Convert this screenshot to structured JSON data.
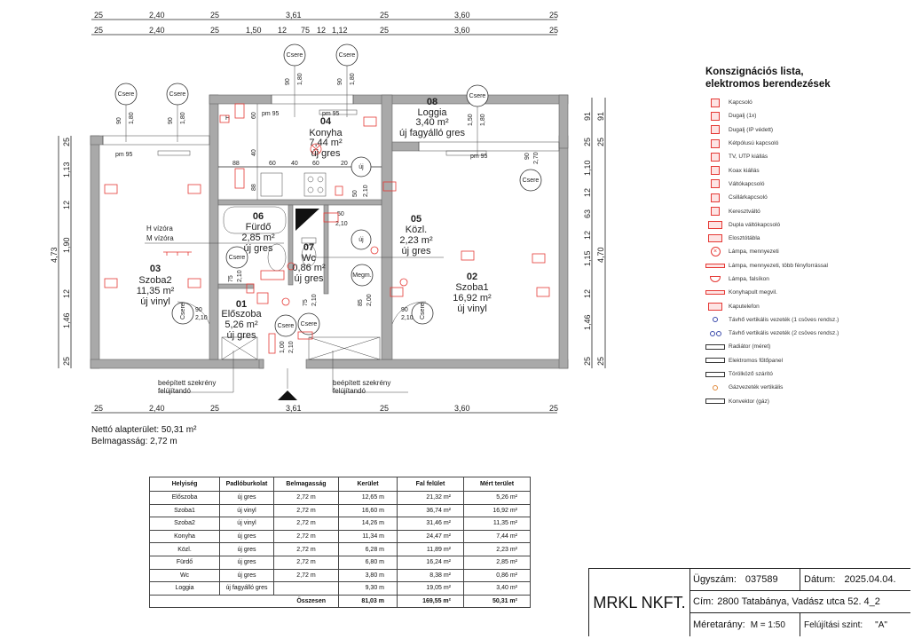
{
  "dimensions": {
    "top_row1": [
      "25",
      "2,40",
      "25",
      "3,61",
      "25",
      "3,60",
      "25"
    ],
    "top_row2": [
      "25",
      "2,40",
      "25",
      "1,50",
      "12",
      "75",
      "12",
      "1,12",
      "25",
      "3,60",
      "25"
    ],
    "bottom_row": [
      "25",
      "2,40",
      "25",
      "3,61",
      "25",
      "3,60",
      "25"
    ],
    "left_outer": "4,73",
    "left_inner": [
      "25",
      "1,13",
      "12",
      "1,90",
      "12",
      "1,46",
      "25"
    ],
    "right_outer": [
      "91",
      "25",
      "1,10",
      "12",
      "63",
      "12",
      "1,15",
      "12",
      "1,46",
      "25"
    ],
    "right_inner": [
      "91",
      "25",
      "4,70",
      "25"
    ],
    "kitchen": [
      "60",
      "40",
      "88",
      "60",
      "40",
      "60",
      "20",
      "88"
    ],
    "doors": [
      "90",
      "2,10",
      "90",
      "2,10",
      "75",
      "2,10",
      "75",
      "2,10",
      "1,00",
      "2,10",
      "85",
      "2,00",
      "50",
      "2,10",
      "90",
      "2,10"
    ],
    "windows": [
      "90",
      "1,80",
      "90",
      "1,80",
      "90",
      "1,80",
      "90",
      "1,80",
      "1,50",
      "1,80",
      "90",
      "2,70"
    ],
    "radiators": [
      "pm 95",
      "pm 95",
      "pm 95",
      "pm 95"
    ]
  },
  "rooms": [
    {
      "num": "01",
      "name": "Előszoba",
      "area": "5,26 m²",
      "floor": "új gres"
    },
    {
      "num": "02",
      "name": "Szoba1",
      "area": "16,92 m²",
      "floor": "új vinyl"
    },
    {
      "num": "03",
      "name": "Szoba2",
      "area": "11,35 m²",
      "floor": "új vinyl"
    },
    {
      "num": "04",
      "name": "Konyha",
      "area": "7,44 m²",
      "floor": "új gres"
    },
    {
      "num": "05",
      "name": "Közl.",
      "area": "2,23 m²",
      "floor": "új gres"
    },
    {
      "num": "06",
      "name": "Fürdő",
      "area": "2,85 m²",
      "floor": "új gres"
    },
    {
      "num": "07",
      "name": "Wc",
      "area": "0,86 m²",
      "floor": "új gres"
    },
    {
      "num": "08",
      "name": "Loggia",
      "area": "3,40 m²",
      "floor": "új fagyálló gres"
    }
  ],
  "annotations": {
    "replace": "Csere",
    "meter": "Megm.",
    "new": "új",
    "water_meters": [
      "H vízóra",
      "M vízóra"
    ],
    "wardrobe_1": [
      "beépített szekrény",
      "felújítandó"
    ],
    "wardrobe_2": [
      "beépített szekrény",
      "felújítandó"
    ],
    "h": "H"
  },
  "summary": {
    "net_area": "Nettó alapterület: 50,31 m²",
    "height": "Belmagasság: 2,72 m"
  },
  "legend": {
    "title": [
      "Konszignációs lista,",
      "elektromos berendezések"
    ],
    "items": [
      {
        "icon": "switch-icon",
        "label": "Kapcsoló"
      },
      {
        "icon": "socket-icon",
        "label": "Dugalj (1x)"
      },
      {
        "icon": "socket-ip-icon",
        "label": "Dugalj (IP védett)"
      },
      {
        "icon": "bipolar-switch-icon",
        "label": "Kétpólusú kapcsoló"
      },
      {
        "icon": "tv-utp-icon",
        "label": "TV, UTP kiállás"
      },
      {
        "icon": "coax-icon",
        "label": "Koax kiállás"
      },
      {
        "icon": "changeover-switch-icon",
        "label": "Váltókapcsoló"
      },
      {
        "icon": "chandelier-switch-icon",
        "label": "Csillárkapcsoló"
      },
      {
        "icon": "cross-switch-icon",
        "label": "Keresztváltó"
      },
      {
        "icon": "double-switch-icon",
        "label": "Dupla váltókapcsoló"
      },
      {
        "icon": "distribution-board-icon",
        "label": "Elosztótábla"
      },
      {
        "icon": "ceiling-lamp-icon",
        "label": "Lámpa, mennyezeti"
      },
      {
        "icon": "multi-lamp-icon",
        "label": "Lámpa, mennyezeti, több fényforrással"
      },
      {
        "icon": "wall-lamp-icon",
        "label": "Lámpa, falsíkon"
      },
      {
        "icon": "counter-light-icon",
        "label": "Konyhapult megvil."
      },
      {
        "icon": "intercom-icon",
        "label": "Kaputelefon"
      },
      {
        "icon": "pipe-single-icon",
        "label": "Távhő vertikális vezeték (1 csöves rendsz.)"
      },
      {
        "icon": "pipe-double-icon",
        "label": "Távhő vertikális vezeték (2 csöves rendsz.)"
      },
      {
        "icon": "radiator-icon",
        "label": "Radiátor (méret)"
      },
      {
        "icon": "heating-panel-icon",
        "label": "Elektromos fűtőpanel"
      },
      {
        "icon": "towel-dryer-icon",
        "label": "Törölköző szárító"
      },
      {
        "icon": "gas-pipe-icon",
        "label": "Gázvezeték vertikális"
      },
      {
        "icon": "convector-icon",
        "label": "Konvektor (gáz)"
      }
    ],
    "colors": {
      "electric": "#e53935",
      "pipe": "#3949ab",
      "gas": "#e08a3c"
    }
  },
  "table": {
    "headers": [
      "Helyiség",
      "Padlóburkolat",
      "Belmagasság",
      "Kerület",
      "Fal felület",
      "Mért terület"
    ],
    "rows": [
      [
        "Előszoba",
        "új gres",
        "2,72 m",
        "12,65 m",
        "21,32 m²",
        "5,26 m²"
      ],
      [
        "Szoba1",
        "új vinyl",
        "2,72 m",
        "16,60 m",
        "36,74 m²",
        "16,92 m²"
      ],
      [
        "Szoba2",
        "új vinyl",
        "2,72 m",
        "14,26 m",
        "31,46 m²",
        "11,35 m²"
      ],
      [
        "Konyha",
        "új gres",
        "2,72 m",
        "11,34 m",
        "24,47 m²",
        "7,44 m²"
      ],
      [
        "Közl.",
        "új gres",
        "2,72 m",
        "6,28 m",
        "11,89 m²",
        "2,23 m²"
      ],
      [
        "Fürdő",
        "új gres",
        "2,72 m",
        "6,80 m",
        "16,24 m²",
        "2,85 m²"
      ],
      [
        "Wc",
        "új gres",
        "2,72 m",
        "3,80 m",
        "8,38 m²",
        "0,86 m²"
      ],
      [
        "Loggia",
        "új fagyálló gres",
        "",
        "9,30 m",
        "19,05 m²",
        "3,40 m²"
      ]
    ],
    "total": [
      "Összesen",
      "81,03 m",
      "169,55 m²",
      "50,31 m²"
    ]
  },
  "title_block": {
    "company": "MRKL NKFT.",
    "case_label": "Ügyszám:",
    "case": "037589",
    "date_label": "Dátum:",
    "date": "2025.04.04.",
    "address_label": "Cím:",
    "address": "2800 Tatabánya, Vadász utca 52. 4_2",
    "scale_label": "Méretarány:",
    "scale": "M = 1:50",
    "level_label": "Felújítási szint:",
    "level": "\"A\""
  }
}
